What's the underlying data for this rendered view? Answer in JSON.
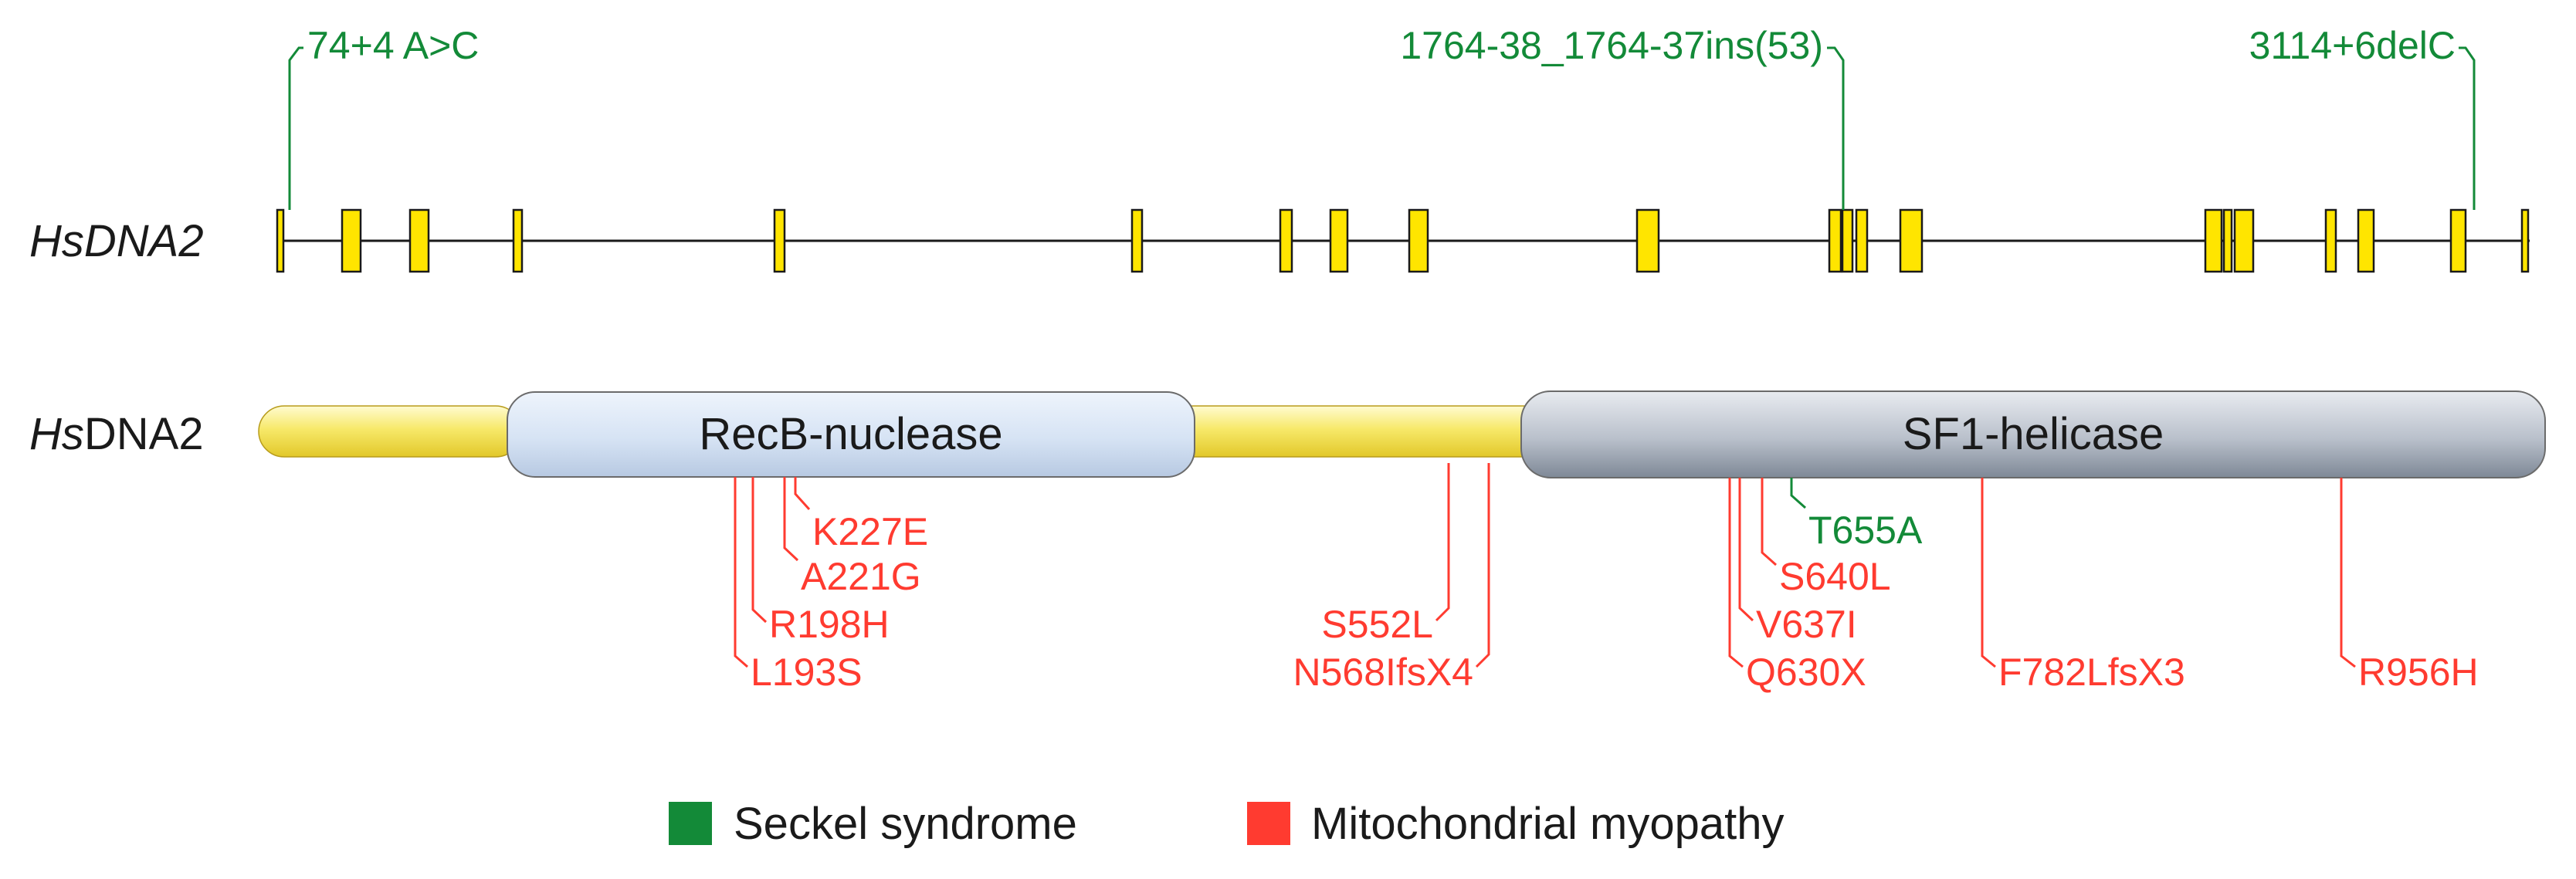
{
  "gene": {
    "label_italic": "HsDNA2"
  },
  "protein": {
    "label_italic": "Hs",
    "label_regular": "DNA2",
    "domains": [
      {
        "name": "RecB-nuclease"
      },
      {
        "name": "SF1-helicase"
      }
    ]
  },
  "gene_mutations": [
    {
      "label": "74+4 A>C"
    },
    {
      "label": "1764-38_1764-37ins(53)"
    },
    {
      "label": "3114+6delC"
    }
  ],
  "protein_mutations": [
    {
      "label": "K227E"
    },
    {
      "label": "A221G"
    },
    {
      "label": "R198H"
    },
    {
      "label": "L193S"
    },
    {
      "label": "S552L"
    },
    {
      "label": "N568IfsX4"
    },
    {
      "label": "T655A"
    },
    {
      "label": "S640L"
    },
    {
      "label": "V637I"
    },
    {
      "label": "Q630X"
    },
    {
      "label": "F782LfsX3"
    },
    {
      "label": "R956H"
    }
  ],
  "legend": [
    {
      "label": "Seckel syndrome",
      "color": "#138a38"
    },
    {
      "label": "Mitochondrial myopathy",
      "color": "#ff3b30"
    }
  ],
  "colors": {
    "seckel": "#138a38",
    "myopathy": "#ff3b30",
    "exon": "#ffe500",
    "linker": "#f5e76a",
    "nuclease": "#d5e3f4",
    "helicase": "#b4bcc8",
    "line": "#1a1a1a"
  }
}
